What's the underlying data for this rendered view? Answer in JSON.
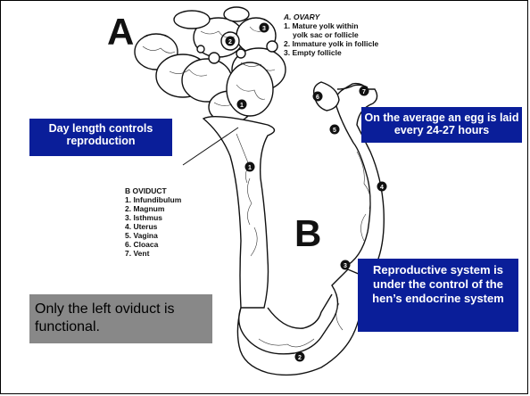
{
  "figure": {
    "letter_a": "A",
    "letter_b": "B"
  },
  "ovary_legend": {
    "title": "A.  OVARY",
    "items": [
      "1.  Mature yolk within",
      "yolk sac or follicle",
      "2.  Immature yolk in follicle",
      "3.  Empty follicle"
    ]
  },
  "oviduct_legend": {
    "title": "B      OVIDUCT",
    "items": [
      "1.  Infundibulum",
      "2.  Magnum",
      "3.  Isthmus",
      "4.  Uterus",
      "5.  Vagina",
      "6.  Cloaca",
      "7.  Vent"
    ]
  },
  "callouts": {
    "day_length": "Day length controls reproduction",
    "egg_rate": "On the average an egg is laid every 24-27 hours",
    "endocrine": "Reproductive system is under the control of the hen’s endocrine system"
  },
  "note": "Only the left oviduct is functional.",
  "markers": {
    "ovary": [
      "1",
      "2",
      "3"
    ],
    "oviduct": [
      "1",
      "2",
      "3",
      "4",
      "5",
      "6",
      "7"
    ]
  },
  "colors": {
    "callout_bg": "#0a1e99",
    "note_bg": "#888888",
    "ink": "#111111"
  }
}
